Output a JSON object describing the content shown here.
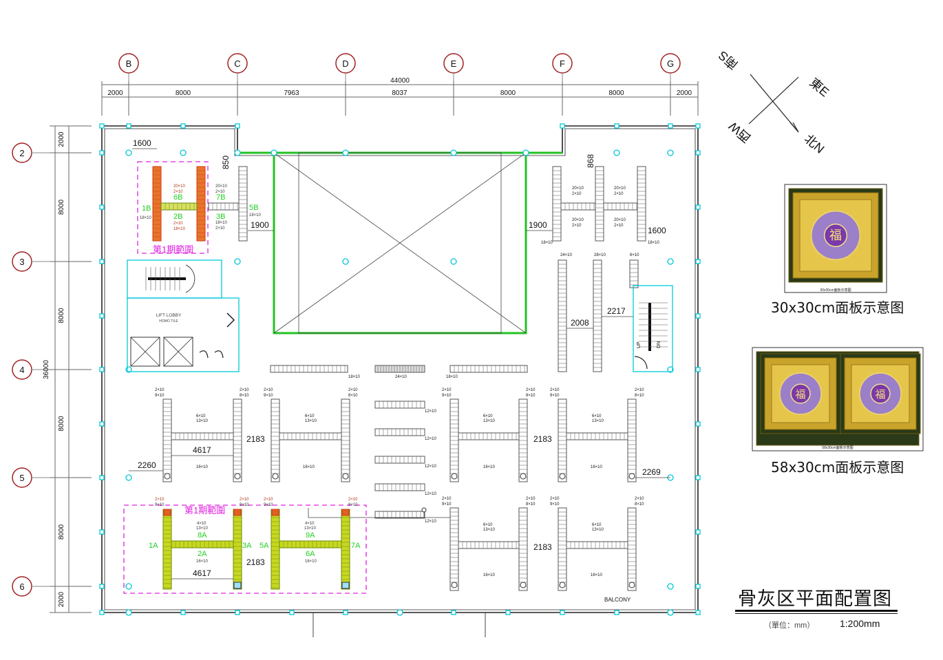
{
  "grid_columns": [
    "B",
    "C",
    "D",
    "E",
    "F",
    "G"
  ],
  "grid_rows": [
    "2",
    "3",
    "4",
    "5",
    "6"
  ],
  "top_dims": {
    "total": "44000",
    "spans": [
      "2000",
      "8000",
      "7963",
      "8037",
      "8000",
      "8000",
      "2000"
    ]
  },
  "left_dims": {
    "total": "36000",
    "spans": [
      "2000",
      "8000",
      "8000",
      "8000",
      "8000",
      "2000"
    ]
  },
  "compass": {
    "north": "北N",
    "south": "南S",
    "east": "東E",
    "west": "西W"
  },
  "panels": [
    {
      "caption": "30x30cm面板示意图",
      "tiny": "30x30cm面板示意图",
      "glyph": "福"
    },
    {
      "caption": "58x30cm面板示意图",
      "tiny": "58x30cm面板示意图",
      "glyph": "福"
    }
  ],
  "title": "骨灰区平面配置图",
  "unit": "（單位：mm）",
  "scale": "1:200mm",
  "phase_label": "第1期範圍",
  "lift_lobby": "LIFT LOBBY",
  "lift_lobby_sub": "HOMO TILE",
  "balcony": "BALCONY",
  "stair_up": "UP",
  "stair_dn": "DN",
  "upper_left": {
    "dim_1600": "1600",
    "dim_850": "850",
    "dim_1900": "1900",
    "labels": [
      "1B",
      "6B",
      "7B",
      "5B",
      "2B",
      "3B"
    ],
    "specs": [
      "20×10",
      "2×10",
      "18×10",
      "20×10",
      "2×10",
      "18×10",
      "2×10",
      "18×10",
      "18×10",
      "2×10"
    ]
  },
  "upper_right": {
    "dim_868": "868",
    "dim_1900": "1900",
    "dim_1600": "1600",
    "specs": [
      "20×10",
      "2×10",
      "20×10",
      "2×10",
      "20×10",
      "2×10",
      "20×10",
      "2×10",
      "18×10",
      "18×10"
    ]
  },
  "right_rows": {
    "dim_2008": "2008",
    "dim_2217": "2217",
    "specs": [
      "24×10",
      "28×10",
      "6×10"
    ]
  },
  "center_rows": [
    "18×10",
    "24×10",
    "18×10"
  ],
  "middle_blocks": {
    "dim_4617": "4617",
    "dim_2183": "2183",
    "dim_2260": "2260",
    "dim_2269": "2269",
    "tops": [
      "2×10",
      "9×10",
      "2×10",
      "8×10",
      "2×10",
      "9×10",
      "2×10",
      "8×10"
    ],
    "mids": [
      "6×10",
      "13×10"
    ],
    "bottom": "16×10",
    "singles": [
      "12×10",
      "12×10",
      "12×10",
      "12×10",
      "12×10"
    ]
  },
  "lower_left": {
    "dim_4617": "4617",
    "dim_2183": "2183",
    "labels": [
      "1A",
      "8A",
      "2A",
      "3A",
      "5A",
      "9A",
      "6A",
      "7A"
    ],
    "specs": [
      "2×10",
      "9×10",
      "2×10",
      "8×10",
      "2×10",
      "9×10",
      "2×10",
      "8×10",
      "4×10",
      "13×10",
      "4×10",
      "13×10",
      "16×10",
      "16×10"
    ]
  },
  "lower_right": {
    "dim_2183": "2183"
  },
  "colors": {
    "cad_cyan": "#00c8d8",
    "void_green": "#22c222",
    "phase_magenta": "#e020e0",
    "label_green": "#20d020",
    "wall_red": "#d23a1a",
    "tile_yellow": "#c8d820",
    "rack_gray": "#555555"
  }
}
